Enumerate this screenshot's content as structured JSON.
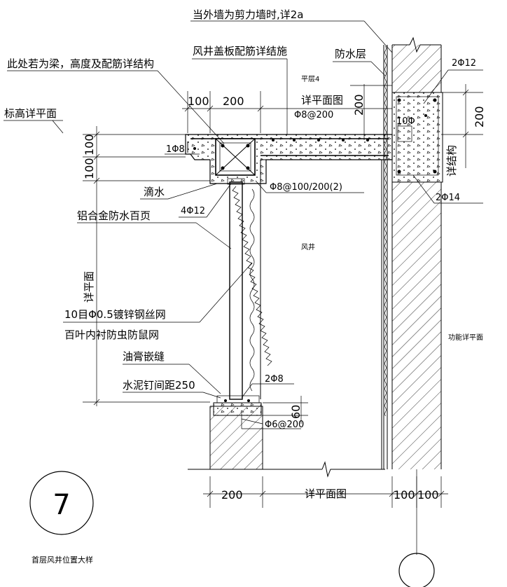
{
  "annotations": {
    "shear_wall_note": "当外墙为剪力墙时,详2a",
    "cover_plate_note": "风井盖板配筋详结施",
    "waterproof_layer": "防水层",
    "beam_note": "此处若为梁，高度及配筋详结构",
    "elevation_note": "标高详平面",
    "ping_ceng": "平层4",
    "plan_ref_top": "详平面图",
    "rebar_top": "Φ8@200",
    "rebar_2phi12": "2Φ12",
    "rebar_1phi8": "1Φ8",
    "rebar_10phi": "10Φ",
    "drip": "滴水",
    "rebar_stirrup": "Φ8@100/200(2)",
    "rebar_4phi12": "4Φ12",
    "struct_ref": "详结构",
    "rebar_2phi14": "2Φ14",
    "louver": "铝合金防水百页",
    "shaft": "风井",
    "mesh": "10目Φ0.5镀锌钢丝网",
    "insect_net": "百叶内衬防虫防鼠网",
    "function_plan": "功能详平面",
    "oil_seal": "油膏嵌缝",
    "cement_nail": "水泥钉间距250",
    "rebar_2phi8": "2Φ8",
    "rebar_phi6": "Φ6@200",
    "plan_ref_side": "详平面",
    "plan_ref_bottom": "详平面图",
    "detail_number": "7",
    "caption": "首层风井位置大样"
  },
  "dimensions": {
    "top_100": "100",
    "top_200": "200",
    "left_100a": "100",
    "left_100b": "100",
    "right_200": "200",
    "side_200": "200",
    "sill_60": "60",
    "bottom_200": "200",
    "bottom_100a": "100",
    "bottom_100b": "100"
  }
}
